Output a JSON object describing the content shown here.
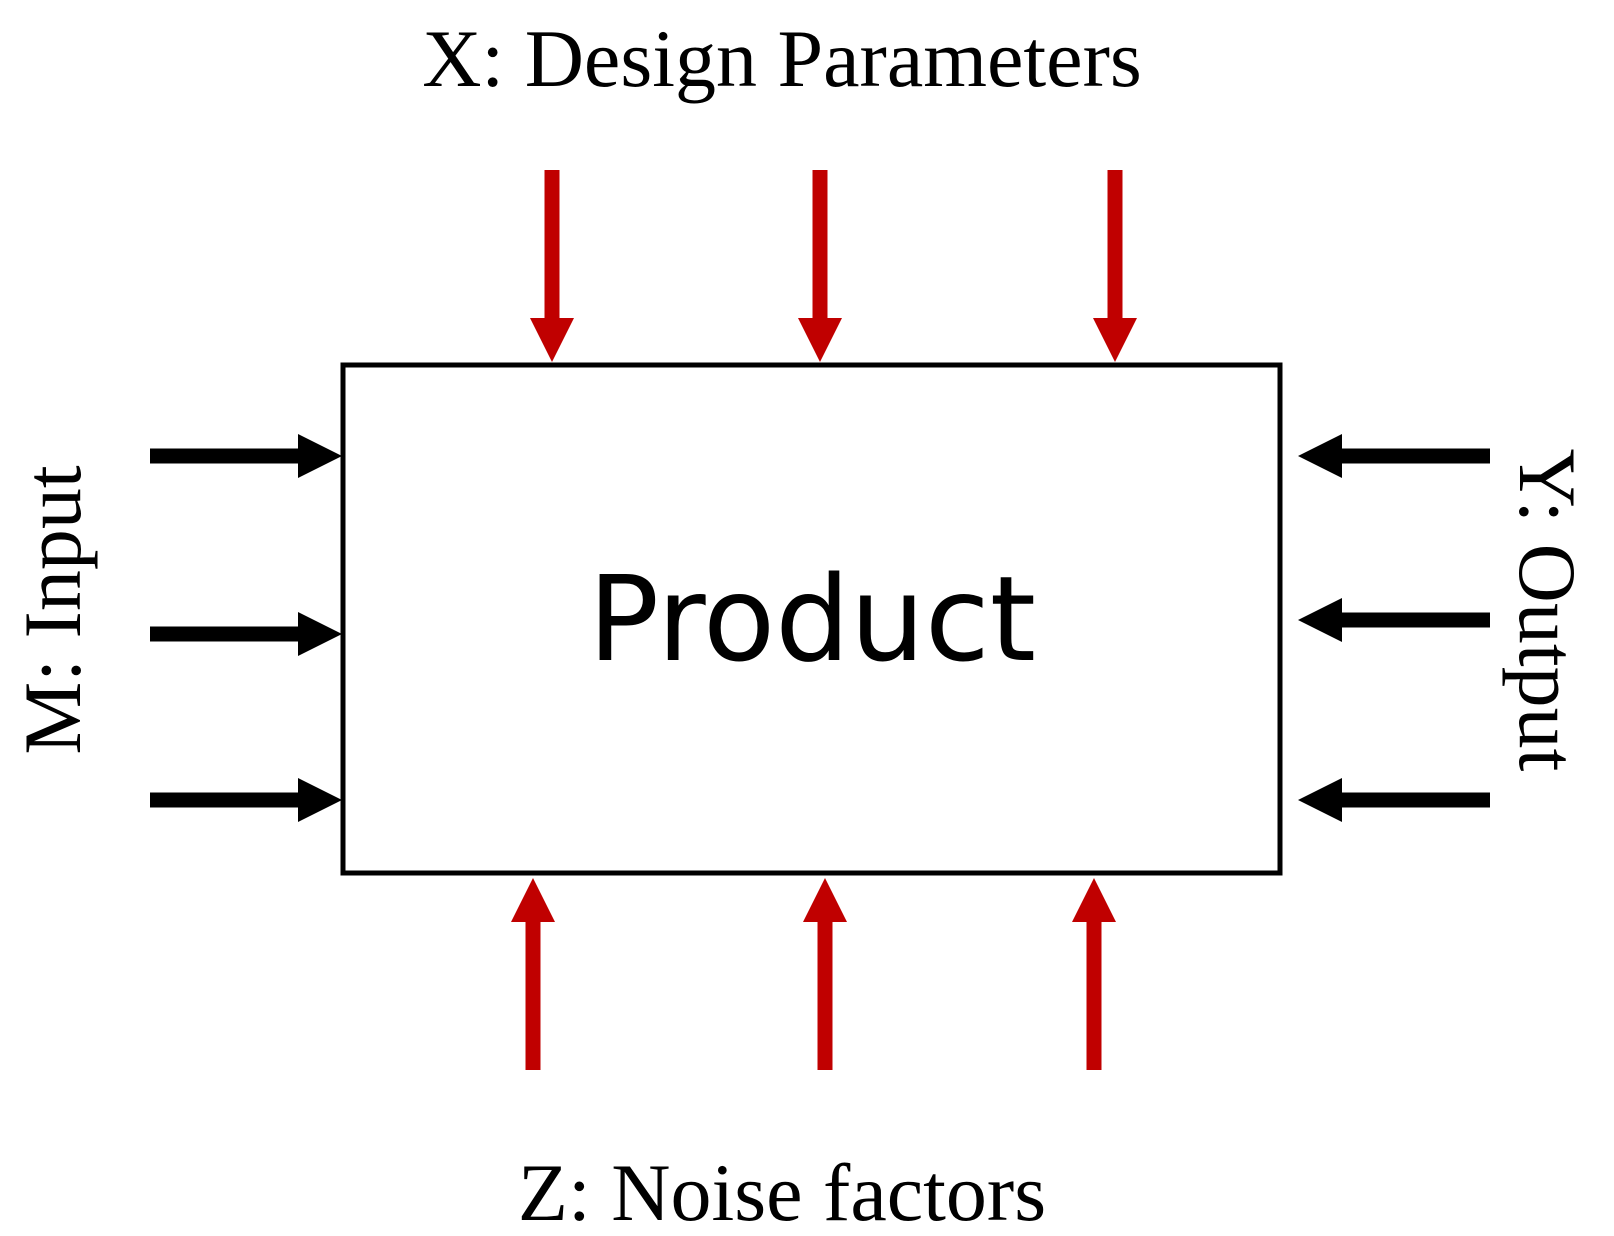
{
  "diagram": {
    "box_label": "Product",
    "top_label": "X: Design Parameters",
    "bottom_label": "Z: Noise factors",
    "left_label": "M: Input",
    "right_label": "Y: Output"
  },
  "colors": {
    "red_arrow": "#c00000",
    "black_arrow": "#000000",
    "box_stroke": "#000000",
    "background": "#ffffff"
  }
}
